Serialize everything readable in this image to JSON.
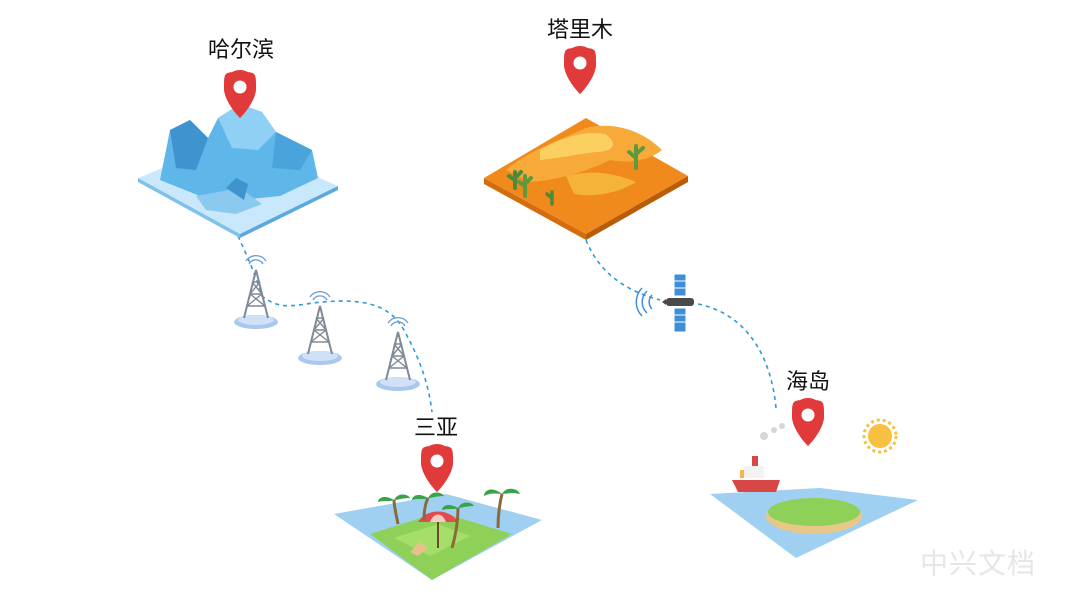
{
  "locations": {
    "harbin": "哈尔滨",
    "tarim": "塔里木",
    "sanya": "三亚",
    "island": "海岛"
  },
  "watermark": "中兴文档",
  "colors": {
    "pin": "#e03a3a",
    "link_line": "#2a9bd8",
    "ice": "#5fb6e8",
    "desert": "#f08a1c",
    "water": "#9fd0f2",
    "grass": "#8fd158"
  }
}
